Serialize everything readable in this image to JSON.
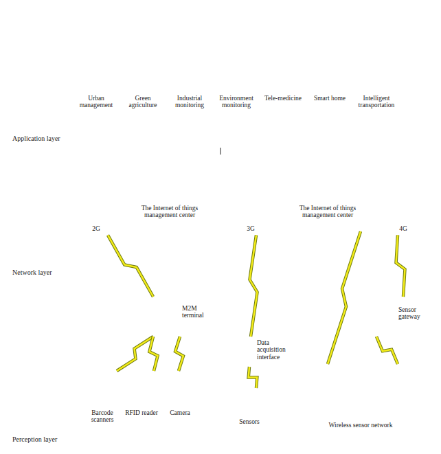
{
  "diagram": {
    "nodes": [
      {
        "text": [
          "Application layer"
        ]
      },
      {
        "text": [
          "Urban management"
        ],
        "in": 0
      },
      {
        "text": [
          "Green agriculture"
        ],
        "in": 0
      },
      {
        "text": [
          "Industrial monitoring"
        ],
        "in": 0
      },
      {
        "text": [
          "Environment monitoring"
        ],
        "in": 0
      },
      {
        "text": [
          "Tele-medicine"
        ],
        "in": 0
      },
      {
        "text": [
          "Smart home"
        ],
        "in": 0
      },
      {
        "text": [
          "Intelligent transportation"
        ],
        "in": 0
      },
      {
        "text": [
          "Network layer"
        ]
      },
      {
        "text": [
          "2G"
        ],
        "in": 8
      },
      {
        "text": [
          "The Internet of things management center"
        ],
        "in": 8
      },
      {
        "text": [
          "3G"
        ],
        "in": 8
      },
      {
        "text": [
          "The Internet of things management center"
        ],
        "in": 8
      },
      {
        "text": [
          "4G"
        ],
        "in": 8
      },
      {
        "text": [
          "Perception layer"
        ]
      },
      {
        "text": [
          "M2M terminal"
        ],
        "in": 14
      },
      {
        "text": [
          "Barcode scanners"
        ],
        "in": 14
      },
      {
        "text": [
          "RFID reader"
        ],
        "in": 14
      },
      {
        "text": [
          "Camera"
        ],
        "in": 14
      },
      {
        "text": [
          "Data acquisition interface"
        ],
        "in": 14
      },
      {
        "text": [
          "Sensors"
        ],
        "in": 14
      },
      {
        "text": [
          "Sensor gateway"
        ],
        "in": 14
      },
      {
        "text": [
          "Wireless sensor network"
        ],
        "in": 14
      }
    ],
    "edges": [
      {
        "from": 0,
        "to": 8,
        "arrow": "none"
      },
      {
        "from": 15,
        "to": 9,
        "arrow": "none"
      },
      {
        "from": 19,
        "to": 11,
        "arrow": "none"
      },
      {
        "from": 21,
        "to": 13,
        "arrow": "none"
      },
      {
        "from": 22,
        "to": 12,
        "arrow": "none"
      },
      {
        "from": 15,
        "to": 16,
        "arrow": "none"
      },
      {
        "from": 15,
        "to": 17,
        "arrow": "none"
      },
      {
        "from": 15,
        "to": 18,
        "arrow": "none"
      },
      {
        "from": 19,
        "to": 20,
        "arrow": "none"
      },
      {
        "from": 21,
        "to": 22,
        "arrow": "none"
      }
    ]
  }
}
